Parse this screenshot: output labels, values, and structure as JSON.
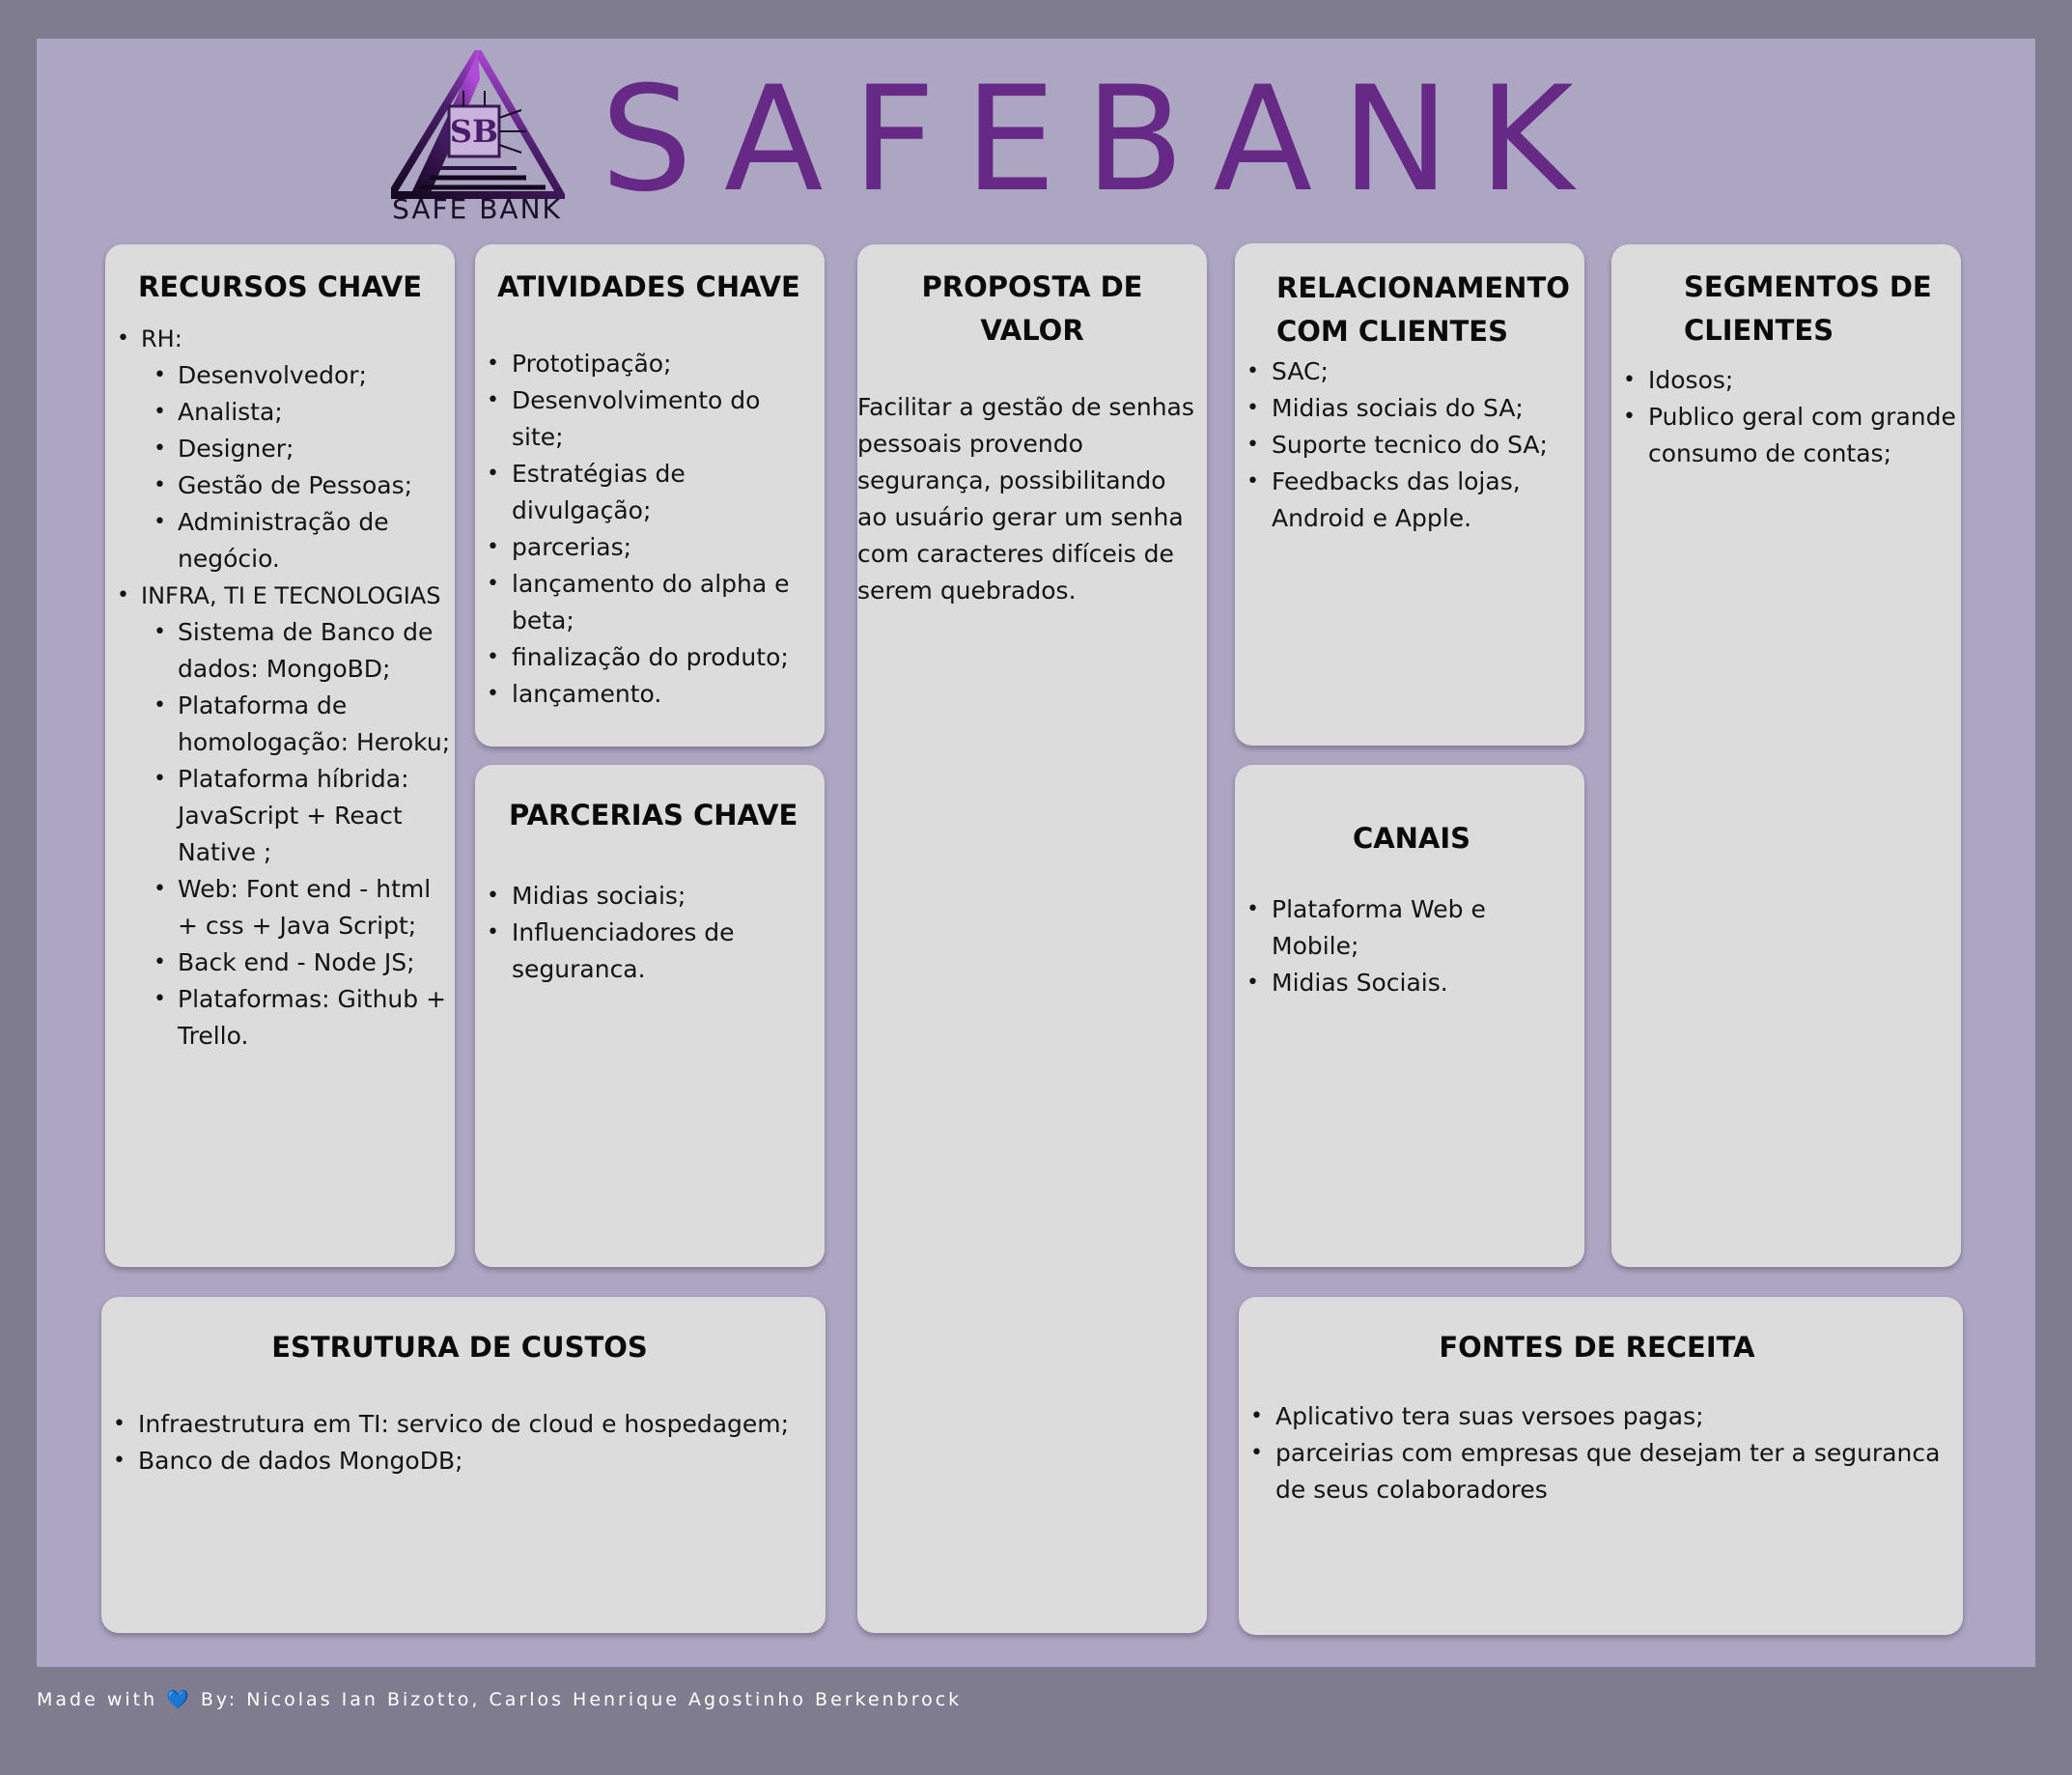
{
  "header": {
    "logo_monogram": "SB",
    "logo_caption": "SAFE BANK",
    "brand_title": "SAFEBANK"
  },
  "colors": {
    "page_background": "#7f7c8f",
    "canvas_background": "#ada6c2",
    "card_background": "#dcdcdc",
    "brand_purple": "#662a86"
  },
  "sections": {
    "recursos_chave": {
      "title": "RECURSOS CHAVE",
      "items": [
        {
          "text": "RH:",
          "level": 0
        },
        {
          "text": "Desenvolvedor;",
          "level": 1
        },
        {
          "text": "Analista;",
          "level": 1
        },
        {
          "text": "Designer;",
          "level": 1
        },
        {
          "text": "Gestão de Pessoas;",
          "level": 1
        },
        {
          "text": "Administração de negócio.",
          "level": 1
        },
        {
          "text": "INFRA, TI E TECNOLOGIAS",
          "level": 0
        },
        {
          "text": "Sistema de Banco de dados: MongoBD;",
          "level": 1
        },
        {
          "text": "Plataforma de homologação: Heroku;",
          "level": 1
        },
        {
          "text": "Plataforma híbrida: JavaScript + React Native ;",
          "level": 1
        },
        {
          "text": "Web: Font end - html + css + Java Script;",
          "level": 1
        },
        {
          "text": "Back end - Node JS;",
          "level": 1
        },
        {
          "text": "Plataformas: Github + Trello.",
          "level": 1
        }
      ]
    },
    "atividades_chave": {
      "title": "ATIVIDADES CHAVE",
      "items": [
        "Prototipação;",
        "Desenvolvimento do site;",
        "Estratégias de divulgação;",
        "parcerias;",
        "lançamento do alpha e beta;",
        "finalização do produto;",
        "lançamento."
      ]
    },
    "parcerias_chave": {
      "title": "PARCERIAS CHAVE",
      "items": [
        "Midias sociais;",
        "Influenciadores de seguranca."
      ]
    },
    "proposta_de_valor": {
      "title": "PROPOSTA DE VALOR",
      "text": "Facilitar a gestão de senhas pessoais provendo segurança, possibilitando ao usuário gerar um senha com caracteres difíceis de serem quebrados."
    },
    "relacionamento": {
      "title": "RELACIONAMENTO COM CLIENTES",
      "items": [
        "SAC;",
        "Midias sociais do SA;",
        "Suporte tecnico do SA;",
        "Feedbacks das lojas, Android e Apple."
      ]
    },
    "canais": {
      "title": "CANAIS",
      "items": [
        "Plataforma Web e Mobile;",
        "Midias Sociais."
      ]
    },
    "segmentos": {
      "title": "SEGMENTOS DE CLIENTES",
      "items": [
        "Idosos;",
        "Publico geral com grande consumo de contas;"
      ]
    },
    "estrutura_custos": {
      "title": "ESTRUTURA DE CUSTOS",
      "items": [
        "Infraestrutura em TI: servico de cloud e hospedagem;",
        "Banco de dados MongoDB;"
      ]
    },
    "fontes_receita": {
      "title": "FONTES DE RECEITA",
      "items": [
        "Aplicativo tera suas versoes pagas;",
        "parceirias com empresas que desejam ter a seguranca de seus colaboradores"
      ]
    }
  },
  "footer": {
    "text": "Made with 💙 By: Nicolas Ian Bizotto, Carlos Henrique Agostinho Berkenbrock"
  }
}
